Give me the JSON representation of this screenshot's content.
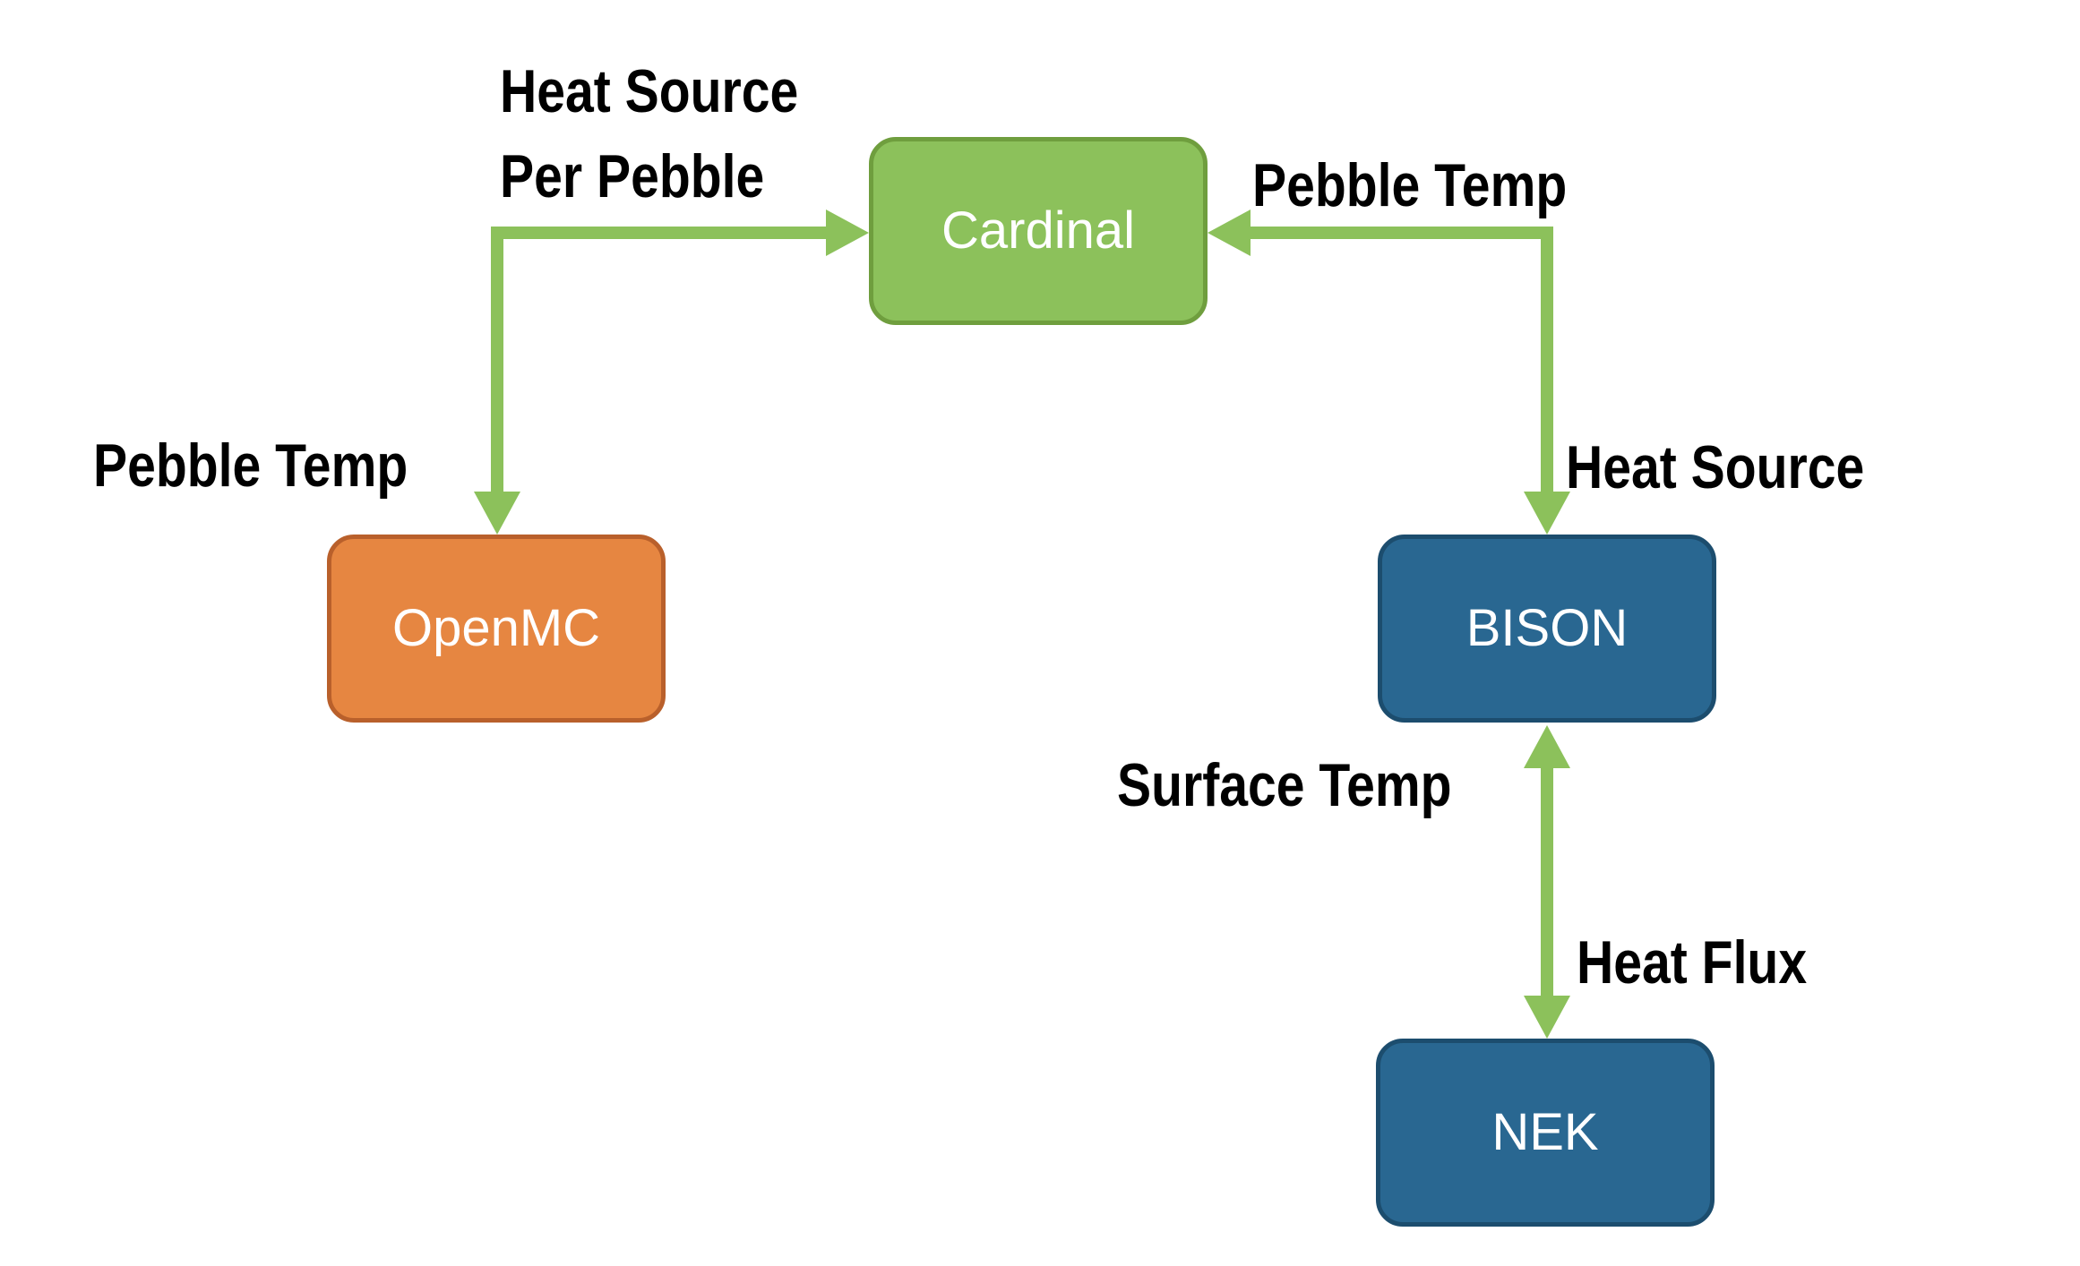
{
  "colors": {
    "arrow": "#8cc15b",
    "cardinal_fill": "#8cc15b",
    "cardinal_border": "#6f9e3e",
    "openmc_fill": "#e68641",
    "openmc_border": "#b9602b",
    "bison_fill": "#296791",
    "bison_border": "#1c4d6e",
    "nek_fill": "#296791",
    "nek_border": "#1c4d6e",
    "node_text": "#ffffff",
    "label_text": "#000000"
  },
  "nodes": {
    "cardinal": "Cardinal",
    "openmc": "OpenMC",
    "bison": "BISON",
    "nek": "NEK"
  },
  "labels": {
    "heat_source_per_pebble_line1": "Heat Source",
    "heat_source_per_pebble_line2": "Per Pebble",
    "pebble_temp_right": "Pebble Temp",
    "pebble_temp_left": "Pebble Temp",
    "heat_source_right": "Heat Source",
    "surface_temp": "Surface Temp",
    "heat_flux": "Heat Flux"
  }
}
